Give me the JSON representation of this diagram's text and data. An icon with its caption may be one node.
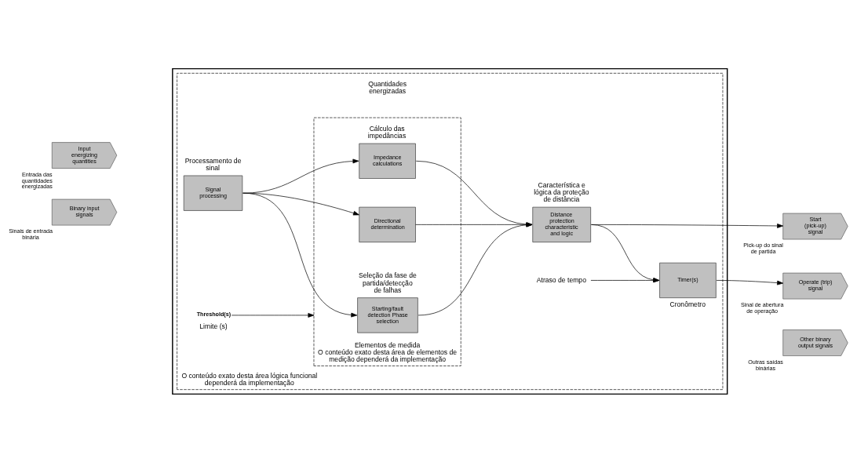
{
  "diagram": {
    "nodes": [
      {
        "text": [],
        "shape": "box"
      },
      {
        "text": [
          "O conteúdo exato desta área lógica funcional dependerá da implementação"
        ],
        "in": 0
      },
      {
        "text": [
          "Elementos de medida",
          "O conteúdo exato desta área de elementos de medição dependerá da implementação"
        ],
        "in": 1
      },
      {
        "text": [
          "Signal processing"
        ],
        "beside": [
          "Processamento de sinal"
        ],
        "in": 1
      },
      {
        "text": [
          "Starting/fault detection Phase selection"
        ],
        "beside": [
          "Seleção da fase de partida/detecção de falhas"
        ],
        "in": 2
      },
      {
        "text": [
          "Directional determination"
        ],
        "in": 2
      },
      {
        "text": [
          "Impedance calculations"
        ],
        "beside": [
          "Cálculo das impedâncias"
        ],
        "in": 2
      },
      {
        "text": [
          "Distance protection characteristic and logic"
        ],
        "beside": [
          "Característica e lógica da proteção de distância"
        ],
        "in": 1
      },
      {
        "text": [
          "Timer(s)"
        ],
        "beside": [
          "Cronômetro"
        ],
        "in": 1
      },
      {
        "text": [
          "Input energizing quantities"
        ],
        "beside": [
          "Entrada das quantidades energizadas"
        ]
      },
      {
        "text": [
          "Binary input signals"
        ],
        "beside": [
          "Sinais de entrada binária"
        ]
      },
      {
        "text": [
          "Start (pick-up) signal"
        ],
        "beside": [
          "Pick-up do sinal de partida"
        ]
      },
      {
        "text": [
          "Operate (trip) signal"
        ],
        "beside": [
          "Sinal de abertura de operação"
        ]
      },
      {
        "text": [
          "Other binary output signals"
        ],
        "beside": [
          "Outras saídas binárias"
        ]
      },
      {
        "text": [
          "Threshold(s)"
        ],
        "beside": [
          "Limite (s)"
        ],
        "in": 1
      },
      {
        "text": [
          "Atraso de tempo"
        ],
        "in": 1
      }
    ],
    "edges": [
      {
        "from": 3,
        "to": 4,
        "arrow": "to"
      },
      {
        "from": 3,
        "to": 5,
        "arrow": "to"
      },
      {
        "from": 3,
        "to": 6,
        "arrow": "to"
      },
      {
        "from": 14,
        "to": 2,
        "arrow": "to"
      },
      {
        "from": 4,
        "to": 7,
        "arrow": "to"
      },
      {
        "from": 5,
        "to": 7,
        "arrow": "to"
      },
      {
        "from": 6,
        "to": 7,
        "arrow": "to"
      },
      {
        "from": 7,
        "to": 8,
        "arrow": "to"
      },
      {
        "from": 7,
        "to": 11,
        "arrow": "to"
      },
      {
        "from": 15,
        "to": 8,
        "arrow": "to"
      },
      {
        "from": 8,
        "to": 12,
        "arrow": "to"
      }
    ],
    "labels": [
      "Quantidades energizadas"
    ]
  }
}
